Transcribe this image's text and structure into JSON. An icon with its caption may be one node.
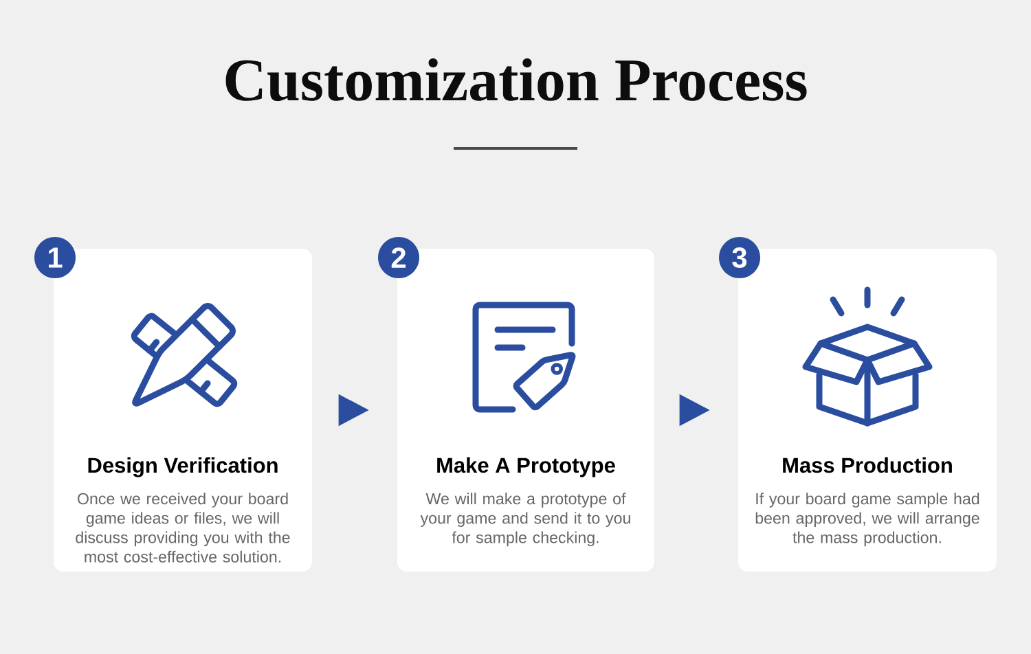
{
  "diagram": {
    "title": "Customization Process",
    "nodes": [
      {
        "text": [
          "1"
        ]
      },
      {
        "text": [
          "Design Verification",
          "Once we received your board game ideas or files, we will discuss providing you with the most cost-effective solution."
        ]
      },
      {
        "text": [
          "2"
        ]
      },
      {
        "text": [
          "Make A Prototype",
          "We will make a prototype of your game and send it to you for sample checking."
        ]
      },
      {
        "text": [
          "3"
        ]
      },
      {
        "text": [
          "Mass Production",
          "If your board game sample had been approved, we will arrange the mass production."
        ]
      }
    ],
    "edges": [
      {
        "from": 1,
        "to": 3,
        "arrow": "to"
      },
      {
        "from": 3,
        "to": 5,
        "arrow": "to"
      }
    ]
  }
}
